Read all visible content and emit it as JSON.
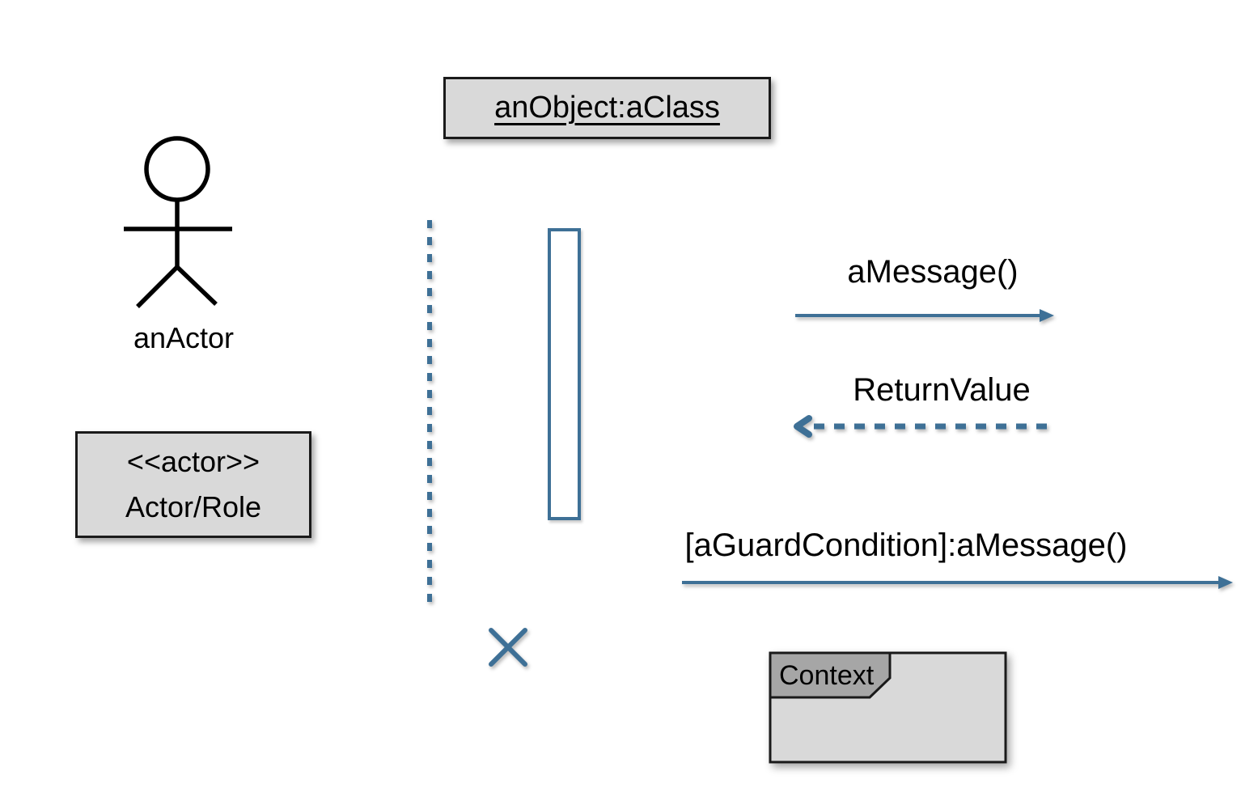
{
  "object_box": {
    "label": "anObject:aClass"
  },
  "actor": {
    "label": "anActor"
  },
  "actor_box": {
    "stereotype": "<<actor>>",
    "role": "Actor/Role"
  },
  "messages": {
    "call_label": "aMessage()",
    "return_label": "ReturnValue",
    "guarded_label": "[aGuardCondition]:aMessage()"
  },
  "note": {
    "tab_label": "Context"
  },
  "icons": {
    "actor_icon": "stick-figure",
    "destruction_icon": "x-cross",
    "lifeline_icon": "dashed-vertical-line",
    "call_arrow_icon": "solid-right-arrow",
    "return_arrow_icon": "dashed-left-arrow",
    "guard_arrow_icon": "solid-right-arrow"
  },
  "colors": {
    "accent_blue": "#3E7096",
    "box_fill": "#D9D9D9",
    "note_body_fill": "#D9D9D9",
    "note_tab_fill": "#A6A6A6",
    "box_border": "#1A1A1A",
    "text": "#000000",
    "background": "#FFFFFF"
  }
}
